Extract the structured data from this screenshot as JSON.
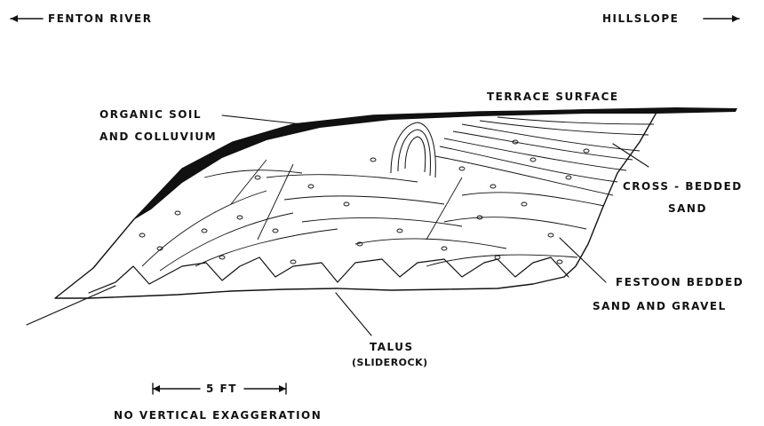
{
  "labels": {
    "left_direction": "FENTON RIVER",
    "right_direction": "HILLSLOPE",
    "terrace_surface": "TERRACE SURFACE",
    "organic_soil_line1": "ORGANIC SOIL",
    "organic_soil_line2": "AND COLLUVIUM",
    "cross_bedded_line1": "CROSS - BEDDED",
    "cross_bedded_line2": "SAND",
    "festoon_line1": "FESTOON BEDDED",
    "festoon_line2": "SAND AND GRAVEL",
    "talus_line1": "TALUS",
    "talus_line2": "(SLIDEROCK)",
    "scale_bar": "5 FT",
    "exaggeration_note": "NO VERTICAL EXAGGERATION"
  },
  "colors": {
    "ink": "#111111",
    "fill": "#ffffff"
  }
}
